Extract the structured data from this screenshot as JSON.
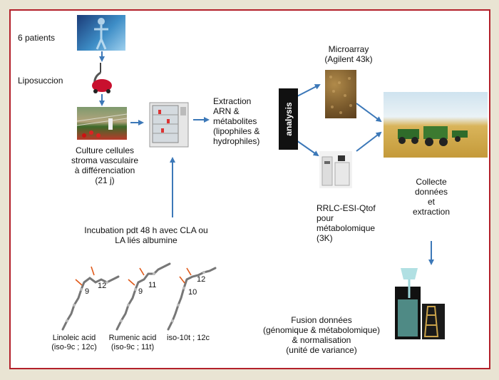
{
  "labels": {
    "patients": "6 patients",
    "liposuccion": "Liposuccion",
    "culture": [
      "Culture cellules",
      "stroma vasculaire",
      "à différenciation",
      "(21 j)"
    ],
    "extraction": [
      "Extraction",
      "ARN &",
      "métabolites",
      "(lipophiles &",
      "hydrophiles)"
    ],
    "analysis": "analysis",
    "microarray": [
      "Microarray",
      "(Agilent 43k)"
    ],
    "rrlc": [
      "RRLC-ESI-Qtof",
      "pour",
      "métabolomique",
      "(3K)"
    ],
    "collecte": [
      "Collecte",
      "données",
      "et",
      "extraction"
    ],
    "incubation": [
      "Incubation pdt 48 h avec CLA ou",
      "LA liés albumine"
    ],
    "fusion": [
      "Fusion données",
      "(génomique & métabolomique)",
      "& normalisation",
      "(unité de variance)"
    ]
  },
  "molecules": [
    {
      "name": "Linoleic acid",
      "isomer": "(iso-9c ; 12c)",
      "pos1": "9",
      "pos2": "12"
    },
    {
      "name": "Rumenic acid",
      "isomer": "(iso-9c ; 11t)",
      "pos1": "9",
      "pos2": "11"
    },
    {
      "name": "",
      "isomer": "iso-10t ; 12c",
      "pos1": "10",
      "pos2": "12"
    }
  ],
  "colors": {
    "frame": "#b3202a",
    "arrow": "#3c78b8",
    "marker": "#e05a1a",
    "background": "#e9e4d3"
  }
}
